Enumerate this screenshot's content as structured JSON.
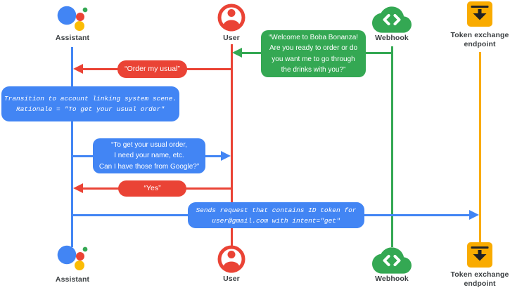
{
  "colors": {
    "blue": "#4285F4",
    "red": "#EA4335",
    "green": "#34A853",
    "yellow": "#FBBC04",
    "amber": "#F9AB00",
    "label_text": "#3C4043"
  },
  "actors": {
    "assistant": {
      "label": "Assistant"
    },
    "user": {
      "label": "User"
    },
    "webhook": {
      "label": "Webhook"
    },
    "token_endpoint": {
      "label": "Token exchange endpoint"
    }
  },
  "messages": {
    "welcome": {
      "from": "Webhook",
      "to": "User",
      "lines": [
        "“Welcome to Boba Bonanza!",
        "Are you ready to order or do",
        "you want me to go through",
        "the drinks with you?”"
      ]
    },
    "order_my_usual": {
      "from": "User",
      "to": "Assistant",
      "text": "“Order my usual”"
    },
    "transition_note": {
      "on": "Assistant",
      "lines": [
        "Transition to account linking system scene.",
        "Rationale = \"To get your usual order\""
      ]
    },
    "ask_permission": {
      "from": "Assistant",
      "to": "User",
      "lines": [
        "“To get your usual order,",
        "I need your name, etc.",
        "Can I have those from Google?”"
      ]
    },
    "yes": {
      "from": "User",
      "to": "Assistant",
      "text": "“Yes”"
    },
    "sends_request": {
      "from": "Assistant",
      "to": "Token exchange endpoint",
      "lines": [
        "Sends request that contains ID token for",
        "user@gmail.com with intent=\"get\""
      ]
    }
  }
}
